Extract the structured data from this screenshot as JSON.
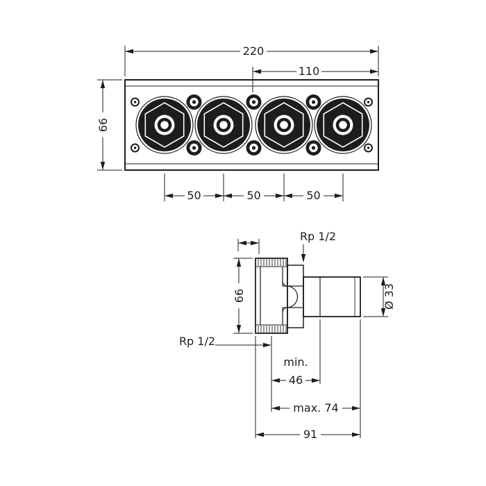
{
  "colors": {
    "line": "#1d1d1b",
    "background": "#ffffff"
  },
  "top_view": {
    "dim_total_width": "220",
    "dim_half_width": "110",
    "dim_height": "66",
    "dim_spacing_1": "50",
    "dim_spacing_2": "50",
    "dim_spacing_3": "50"
  },
  "side_view": {
    "dim_thread_top": "Rp 1/2",
    "dim_height": "66",
    "dim_diameter": "Ø 33",
    "dim_thread_bottom": "Rp 1/2",
    "dim_min_label": "min.",
    "dim_min_value": "46",
    "dim_max": "max. 74",
    "dim_depth": "91"
  }
}
